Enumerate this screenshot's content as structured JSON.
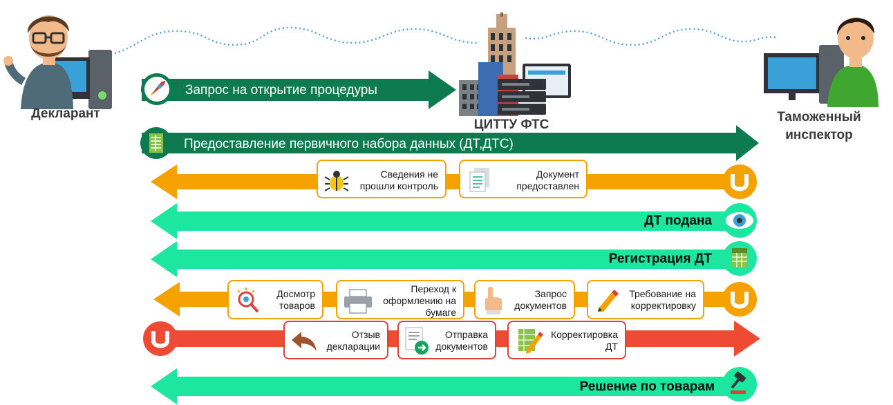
{
  "actors": {
    "declarant": "Декларант",
    "center": "ЦИТТУ ФТС",
    "inspector_line1": "Таможенный",
    "inspector_line2": "инспектор"
  },
  "colors": {
    "dark_green": "#0e7a4f",
    "orange": "#f5a100",
    "mint": "#1de6a0",
    "red": "#ef4a34"
  },
  "flows": {
    "request": "Запрос на открытие процедуры",
    "initial_data": "Предоставление первичного набора данных (ДТ,ДТС)",
    "dt_submitted": "ДТ подана",
    "dt_registration": "Регистрация ДТ",
    "goods_decision": "Решение по товарам"
  },
  "row_control": {
    "bug_line1": "Сведения не",
    "bug_line2": "прошли контроль",
    "doc_line1": "Документ",
    "doc_line2": "предоставлен"
  },
  "row_inspection": {
    "inspect_line1": "Досмотр",
    "inspect_line2": "товаров",
    "paper_line1": "Переход к",
    "paper_line2": "оформлению на",
    "paper_line3": "бумаге",
    "request_line1": "Запрос",
    "request_line2": "документов",
    "correction_line1": "Требование на",
    "correction_line2": "корректировку"
  },
  "row_declarant": {
    "withdraw_line1": "Отзыв",
    "withdraw_line2": "декларации",
    "send_line1": "Отправка",
    "send_line2": "документов",
    "correct_line1": "Корректировка",
    "correct_line2": "ДТ"
  },
  "icons": [
    "rocket-icon",
    "document-icon",
    "bug-icon",
    "pages-icon",
    "eye-icon",
    "spreadsheet-icon",
    "magnifier-icon",
    "printer-icon",
    "hand-pointer-icon",
    "pencil-icon",
    "reply-icon",
    "send-doc-icon",
    "edit-doc-icon",
    "gavel-icon",
    "horseshoe-icon"
  ]
}
